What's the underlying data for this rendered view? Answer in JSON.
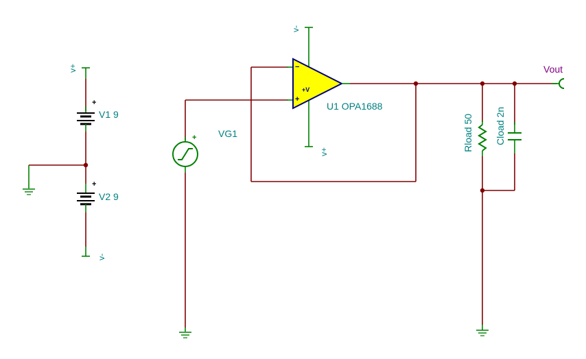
{
  "supplies": {
    "v1": {
      "name": "V1",
      "value": "9"
    },
    "v2": {
      "name": "V2",
      "value": "9"
    },
    "vplus_label": "v+",
    "vminus_label": "v-"
  },
  "generator": {
    "name": "VG1"
  },
  "opamp": {
    "name": "U1",
    "part": "OPA1688",
    "supply_pin_label": "+V",
    "pos_vminus_label": "v-",
    "pos_vplus_label": "v+",
    "minus_sign": "−",
    "plus_sign": "+"
  },
  "load": {
    "resistor": {
      "name": "Rload",
      "value": "50"
    },
    "capacitor": {
      "name": "Cload",
      "value": "2n"
    }
  },
  "output": {
    "label": "Vout"
  },
  "colors": {
    "wire": "#800000",
    "component": "#008000",
    "label": "#008080",
    "opamp_fill": "#ffff00",
    "opamp_outline": "#000080",
    "output_label": "#800080"
  }
}
